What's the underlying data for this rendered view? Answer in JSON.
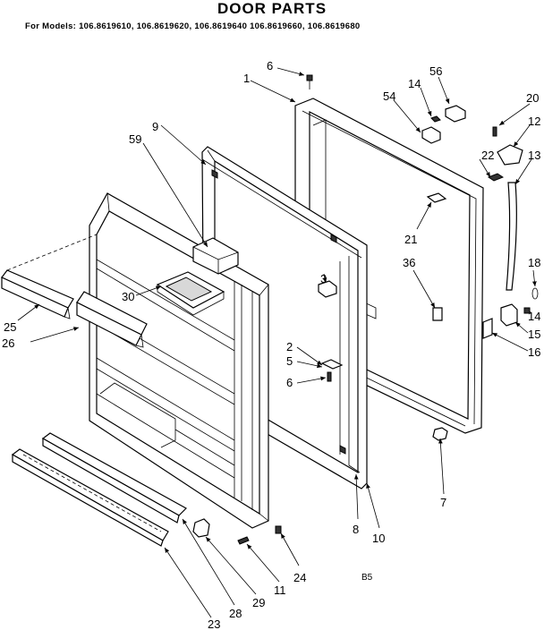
{
  "header": {
    "title": "DOOR PARTS",
    "models_line": "For Models: 106.8619610, 106.8619620, 106.8619640   106.8619660, 106.8619680"
  },
  "callouts": [
    "1",
    "6",
    "56",
    "14",
    "54",
    "20",
    "12",
    "9",
    "59",
    "22",
    "13",
    "21",
    "3",
    "36",
    "18",
    "30",
    "25",
    "2",
    "5",
    "26",
    "6",
    "14",
    "15",
    "16",
    "7",
    "8",
    "10",
    "24",
    "11",
    "29",
    "28",
    "23"
  ],
  "page_code": "B5"
}
